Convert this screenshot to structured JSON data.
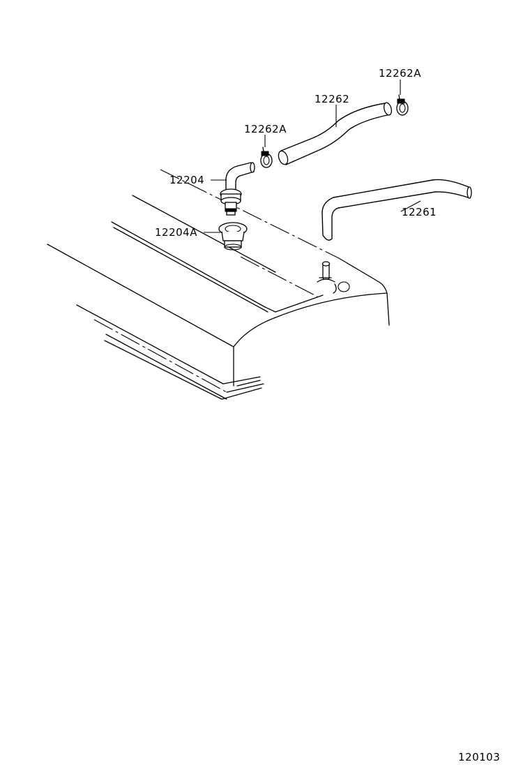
{
  "diagram": {
    "callouts": {
      "clamp_right": "12262A",
      "hose_upper": "12262",
      "clamp_left": "12262A",
      "pcv_valve": "12204",
      "grommet": "12204A",
      "hose_lower": "12261"
    },
    "figure_number": "120103"
  }
}
